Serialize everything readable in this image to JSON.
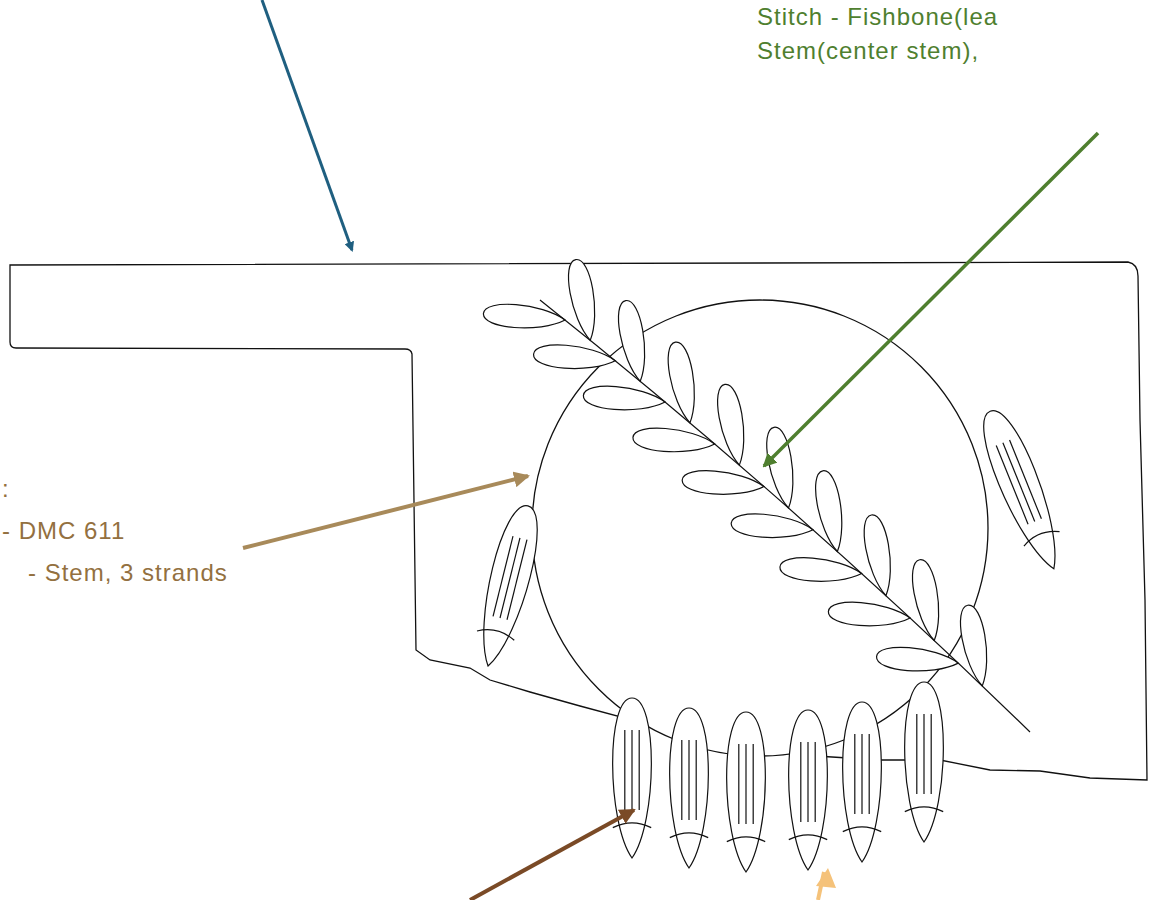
{
  "diagram": {
    "labels": [
      "Stitch - Fishbone(lea",
      "Stem(center stem),",
      ":",
      "- DMC 611",
      "- Stem, 3 strands"
    ]
  }
}
